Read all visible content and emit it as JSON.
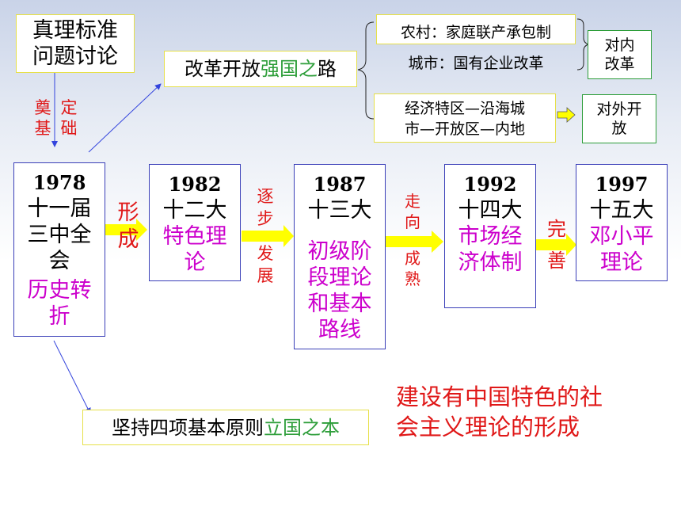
{
  "top_left": {
    "line1": "真理标准",
    "line2": "问题讨论"
  },
  "foundation": {
    "left": [
      "奠",
      "基"
    ],
    "right": [
      "定",
      "础"
    ]
  },
  "reform": {
    "prefix": "改革开放",
    "highlight": "强国之",
    "suffix": "路"
  },
  "domestic": {
    "rural": "农村：家庭联产承包制",
    "urban": "城市：国有企业改革",
    "label_line1": "对内",
    "label_line2": "改革"
  },
  "external": {
    "line1": "经济特区—沿海城",
    "line2": "市—开放区—内地",
    "label_line1": "对外开",
    "label_line2": "放"
  },
  "stages": [
    {
      "year": "1978",
      "title_lines": [
        "十一届",
        "三中全",
        "会"
      ],
      "theme_lines": [
        "历史转",
        "折"
      ]
    },
    {
      "year": "1982",
      "title_lines": [
        "十二大"
      ],
      "theme_lines": [
        "特色理",
        "论"
      ]
    },
    {
      "year": "1987",
      "title_lines": [
        "十三大"
      ],
      "theme_lines": [
        "初级阶",
        "段理论",
        "和基本",
        "路线"
      ]
    },
    {
      "year": "1992",
      "title_lines": [
        "十四大"
      ],
      "theme_lines": [
        "市场经",
        "济体制"
      ]
    },
    {
      "year": "1997",
      "title_lines": [
        "十五大"
      ],
      "theme_lines": [
        "邓小平",
        "理论"
      ]
    }
  ],
  "transitions": [
    {
      "chars": [
        "形",
        "成"
      ]
    },
    {
      "chars": [
        "逐",
        "步",
        "发",
        "展"
      ]
    },
    {
      "chars": [
        "走",
        "向",
        "成",
        "熟"
      ]
    },
    {
      "chars": [
        "完",
        "善"
      ]
    }
  ],
  "principles": {
    "prefix": "坚持四项基本原则",
    "highlight": "立国之本"
  },
  "conclusion": {
    "line1": "建设有中国特色的社",
    "line2": "会主义理论的形成"
  },
  "colors": {
    "theme": "#cc00cc",
    "transition": "#e01818",
    "arrow": "#ffff00",
    "highlight": "#2e9e3a",
    "connector": "#3344dd"
  }
}
